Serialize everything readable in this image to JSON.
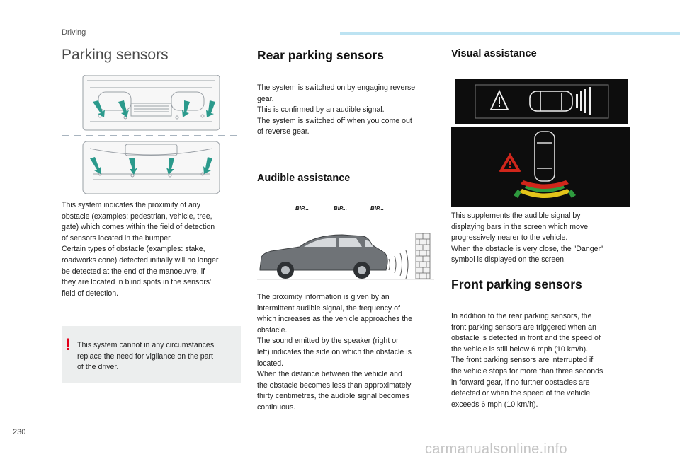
{
  "header": {
    "section": "Driving"
  },
  "page_number": "230",
  "left": {
    "title": "Parking sensors",
    "para": "This system indicates the proximity of any\nobstacle (examples: pedestrian, vehicle, tree,\ngate) which comes within the field of detection\nof sensors located in the bumper.\nCertain types of obstacle (examples: stake,\nroadworks cone) detected initially will no longer\nbe detected at the end of the manoeuvre, if\nthey are located in blind spots in the sensors'\nfield of detection.",
    "warning": {
      "icon": "exclamation-warning-icon",
      "color": "#e2001a",
      "text": "This system cannot in any circumstances\nreplace the need for vigilance on the part\nof the driver."
    }
  },
  "middle": {
    "heading": "Rear parking sensors",
    "para1": "The system is switched on by engaging reverse\ngear.\nThis is confirmed by an audible signal.\nThe system is switched off when you come out\nof reverse gear.",
    "subheading": "Audible assistance",
    "bip_labels": [
      "BIP...",
      "BIP...",
      "BIP..."
    ],
    "para2": "The proximity information is given by an\nintermittent audible signal, the frequency of\nwhich increases as the vehicle approaches the\nobstacle.\nThe sound emitted by the speaker (right or\nleft) indicates the side on which the obstacle is\nlocated.\nWhen the distance between the vehicle and\nthe obstacle becomes less than approximately\nthirty centimetres, the audible signal becomes\ncontinuous."
  },
  "right": {
    "subheading": "Visual assistance",
    "para1": "This supplements the audible signal by\ndisplaying bars in the screen which move\nprogressively nearer to the vehicle.\nWhen the obstacle is very close, the \"Danger\"\nsymbol is displayed on the screen.",
    "heading": "Front parking sensors",
    "para2": "In addition to the rear parking sensors, the\nfront parking sensors are triggered when an\nobstacle is detected in front and the speed of\nthe vehicle is still below 6 mph (10 km/h).\nThe front parking sensors are interrupted if\nthe vehicle stops for more than three seconds\nin forward gear, if no further obstacles are\ndetected or when the speed of the vehicle\nexceeds 6 mph (10 km/h)."
  },
  "watermark": "carmanualsonline.info",
  "colors": {
    "accent_bar": "#bde3f2",
    "sensor_arrow": "#2b9a8c",
    "danger": "#e2001a",
    "bar_green": "#2e9a3e",
    "bar_yellow": "#e4c41a",
    "bar_red": "#d0261b"
  }
}
